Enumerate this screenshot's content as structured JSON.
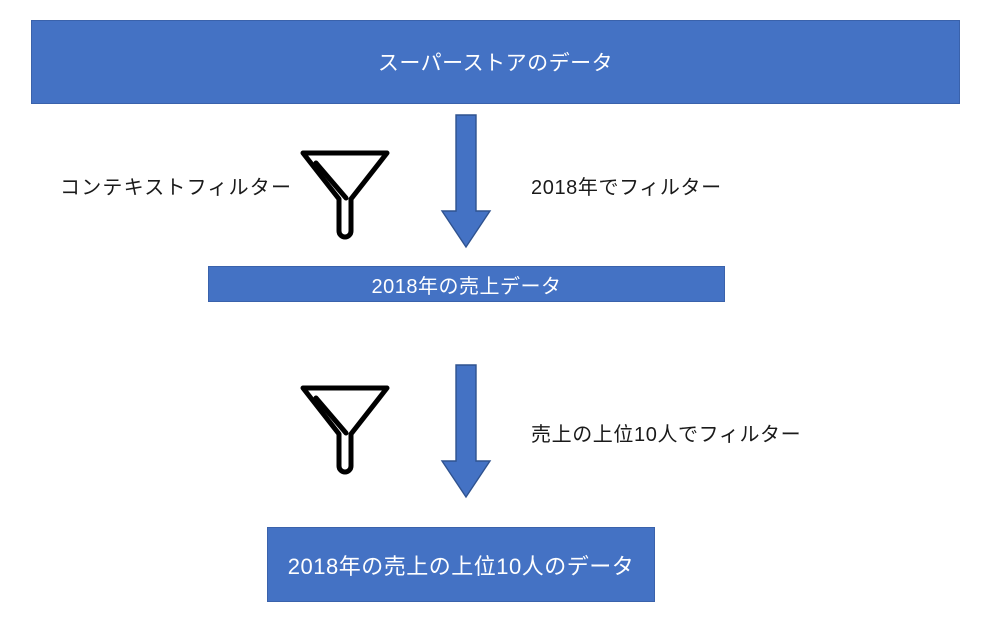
{
  "diagram": {
    "title_box": {
      "label": "スーパーストアのデータ"
    },
    "stage1_box": {
      "label": "2018年の売上データ"
    },
    "stage2_box": {
      "label": "2018年の売上の上位10人のデータ"
    },
    "captions": {
      "context_filter": "コンテキストフィルター",
      "filter_by_year": "2018年でフィルター",
      "filter_by_top10": "売上の上位10人でフィルター"
    },
    "icons": {
      "funnel_top": "funnel-icon",
      "funnel_bottom": "funnel-icon",
      "arrow_top": "arrow-down-icon",
      "arrow_bottom": "arrow-down-icon"
    },
    "colors": {
      "box_fill": "#4472c4",
      "box_border": "#3a62ab",
      "box_text": "#ffffff",
      "arrow_fill": "#4472c4",
      "arrow_stroke": "#2f528f",
      "caption_text": "#1a1a1a",
      "icon_stroke": "#000000",
      "background": "#ffffff"
    }
  }
}
